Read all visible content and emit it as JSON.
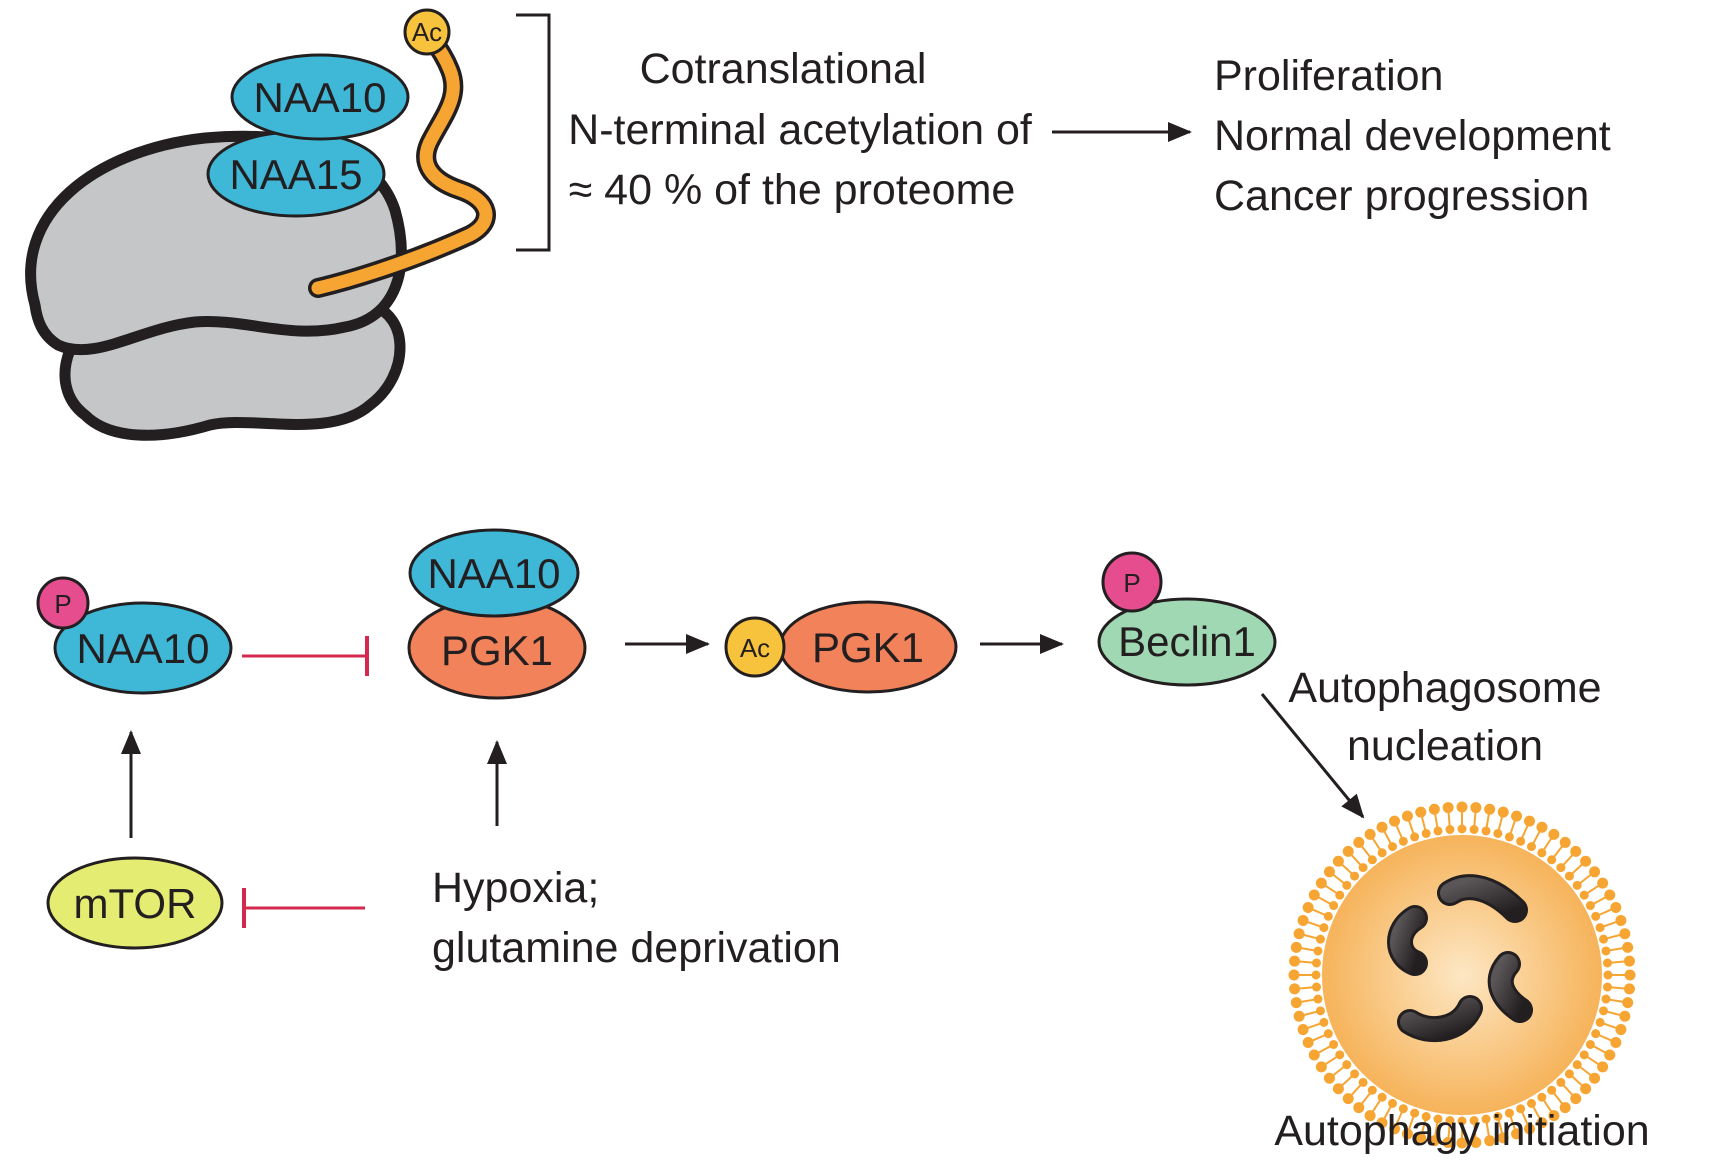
{
  "colors": {
    "cyan": "#3fb7d7",
    "salmon": "#f2825a",
    "gold": "#f7c23c",
    "pink": "#e64d8f",
    "mint": "#9fd8b3",
    "yellowgreen": "#e4ed72",
    "gray": "#c4c6c8",
    "orange": "#f6a533",
    "inhibit": "#d4284e",
    "ink": "#231f20"
  },
  "ribosome": {
    "naa10": "NAA10",
    "naa15": "NAA15",
    "ac": "Ac"
  },
  "cotranslational": {
    "line1": "Cotranslational",
    "line2": "N-terminal acetylation of",
    "line3": "≈ 40 % of the proteome"
  },
  "outcomes": {
    "line1": "Proliferation",
    "line2": "Normal development",
    "line3": "Cancer progression"
  },
  "pathway": {
    "p_label": "P",
    "naa10_phospho": "NAA10",
    "naa10_complex": "NAA10",
    "pgk1_complex": "PGK1",
    "ac_label": "Ac",
    "pgk1_acetyl": "PGK1",
    "beclin_p": "P",
    "beclin": "Beclin1",
    "nucleation_line1": "Autophagosome",
    "nucleation_line2": "nucleation",
    "mtor": "mTOR",
    "stress_line1": "Hypoxia;",
    "stress_line2": "glutamine deprivation",
    "autophagy": "Autophagy initiation"
  }
}
